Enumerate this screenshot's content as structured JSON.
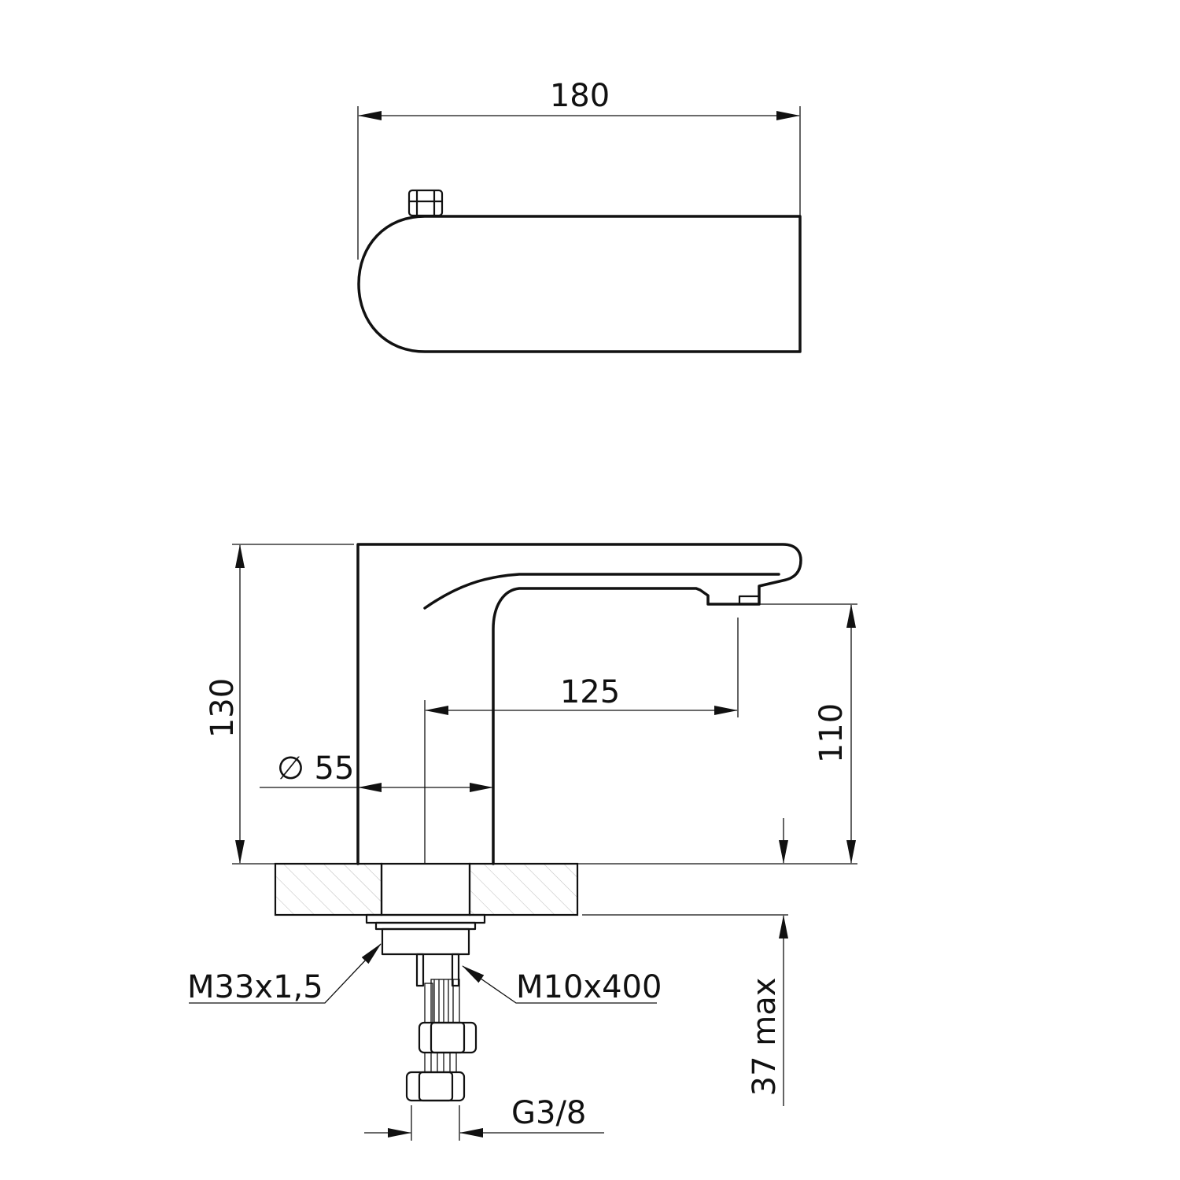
{
  "dimensions": {
    "overall_length": "180",
    "height": "130",
    "spout_reach": "125",
    "spout_height": "110",
    "base_diameter": "∅ 55",
    "thread_body": "M33x1,5",
    "stud": "M10x400",
    "countertop_max": "37 max",
    "connection": "G3/8"
  }
}
